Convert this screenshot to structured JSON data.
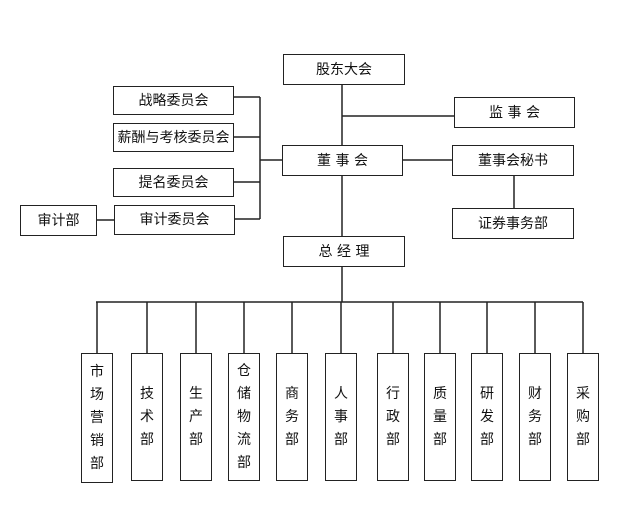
{
  "nodes": {
    "shareholders_meeting": "股东大会",
    "supervisory_board": "监 事 会",
    "board_of_directors": "董 事 会",
    "board_secretary": "董事会秘书",
    "securities_affairs": "证券事务部",
    "general_manager": "总 经 理",
    "strategy_committee": "战略委员会",
    "compensation_committee": "薪酬与考核委员会",
    "nomination_committee": "提名委员会",
    "audit_committee": "审计委员会",
    "audit_department": "审计部"
  },
  "departments": [
    "市场营销部",
    "技术部",
    "生产部",
    "仓储物流部",
    "商务部",
    "人事部",
    "行政部",
    "质量部",
    "研发部",
    "财务部",
    "采购部"
  ],
  "colors": {
    "line": "#222222",
    "text": "#111111",
    "background": "#ffffff"
  }
}
